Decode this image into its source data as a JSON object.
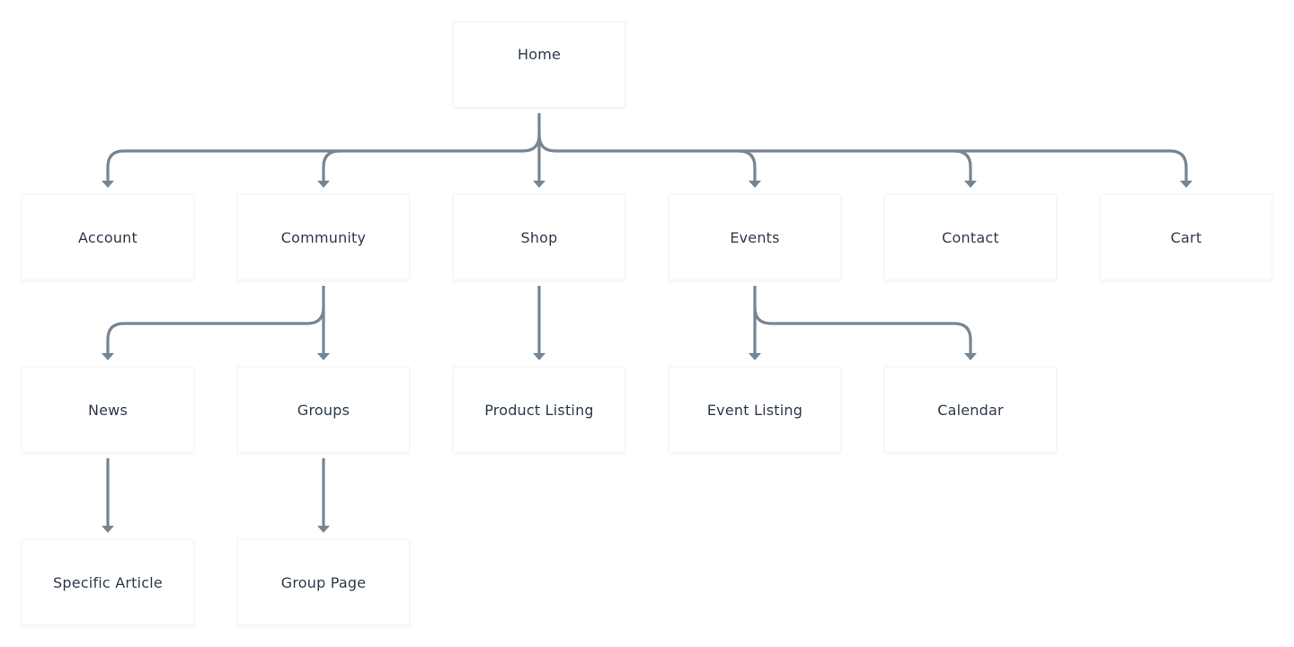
{
  "sitemap": {
    "home": "Home",
    "level1": [
      "Account",
      "Community",
      "Shop",
      "Events",
      "Contact",
      "Cart"
    ],
    "community_children": [
      "News",
      "Groups"
    ],
    "shop_children": [
      "Product Listing"
    ],
    "events_children": [
      "Event Listing",
      "Calendar"
    ],
    "news_children": [
      "Specific Article"
    ],
    "groups_children": [
      "Group Page"
    ]
  },
  "colors": {
    "connector": "#768592",
    "text": "#2d3a4a",
    "card_border": "#f3f4f6",
    "background": "#ffffff"
  }
}
